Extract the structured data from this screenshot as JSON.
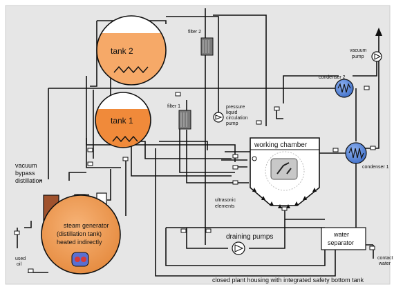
{
  "labels": {
    "tank2": "tank 2",
    "tank1": "tank 1",
    "filter2": "filter 2",
    "filter1": "filter 1",
    "pressure_pump_1": "pressure",
    "pressure_pump_2": "liquid",
    "pressure_pump_3": "circulation",
    "pressure_pump_4": "pump",
    "vacuum_pump_1": "vacuum",
    "vacuum_pump_2": "pump",
    "condenser2": "condenser 2",
    "condenser1": "condenser 1",
    "working_chamber": "working chamber",
    "ultrasonic_1": "ultrasonic",
    "ultrasonic_2": "elements",
    "vacuum_bypass_1": "vacuum",
    "vacuum_bypass_2": "bypass",
    "vacuum_bypass_3": "distillation",
    "steam_gen_1": "steam generator",
    "steam_gen_2": "(distillation tank)",
    "steam_gen_3": "heated indirectly",
    "draining_pumps": "draining pumps",
    "water_sep_1": "water",
    "water_sep_2": "separator",
    "used_oil_1": "used",
    "used_oil_2": "oil",
    "contact_water_1": "contact",
    "contact_water_2": "water",
    "footer": "closed plant housing with integrated safety bottom tank"
  },
  "colors": {
    "background": "#e6e6e6",
    "tank_liquid": "#f08a3a",
    "tank_liquid_light": "#f6b07a",
    "generator": "#f3a05a",
    "bypass_column": "#a0522d",
    "condenser": "#4f7fd6",
    "filter": "#777777",
    "pipe": "#111111"
  }
}
